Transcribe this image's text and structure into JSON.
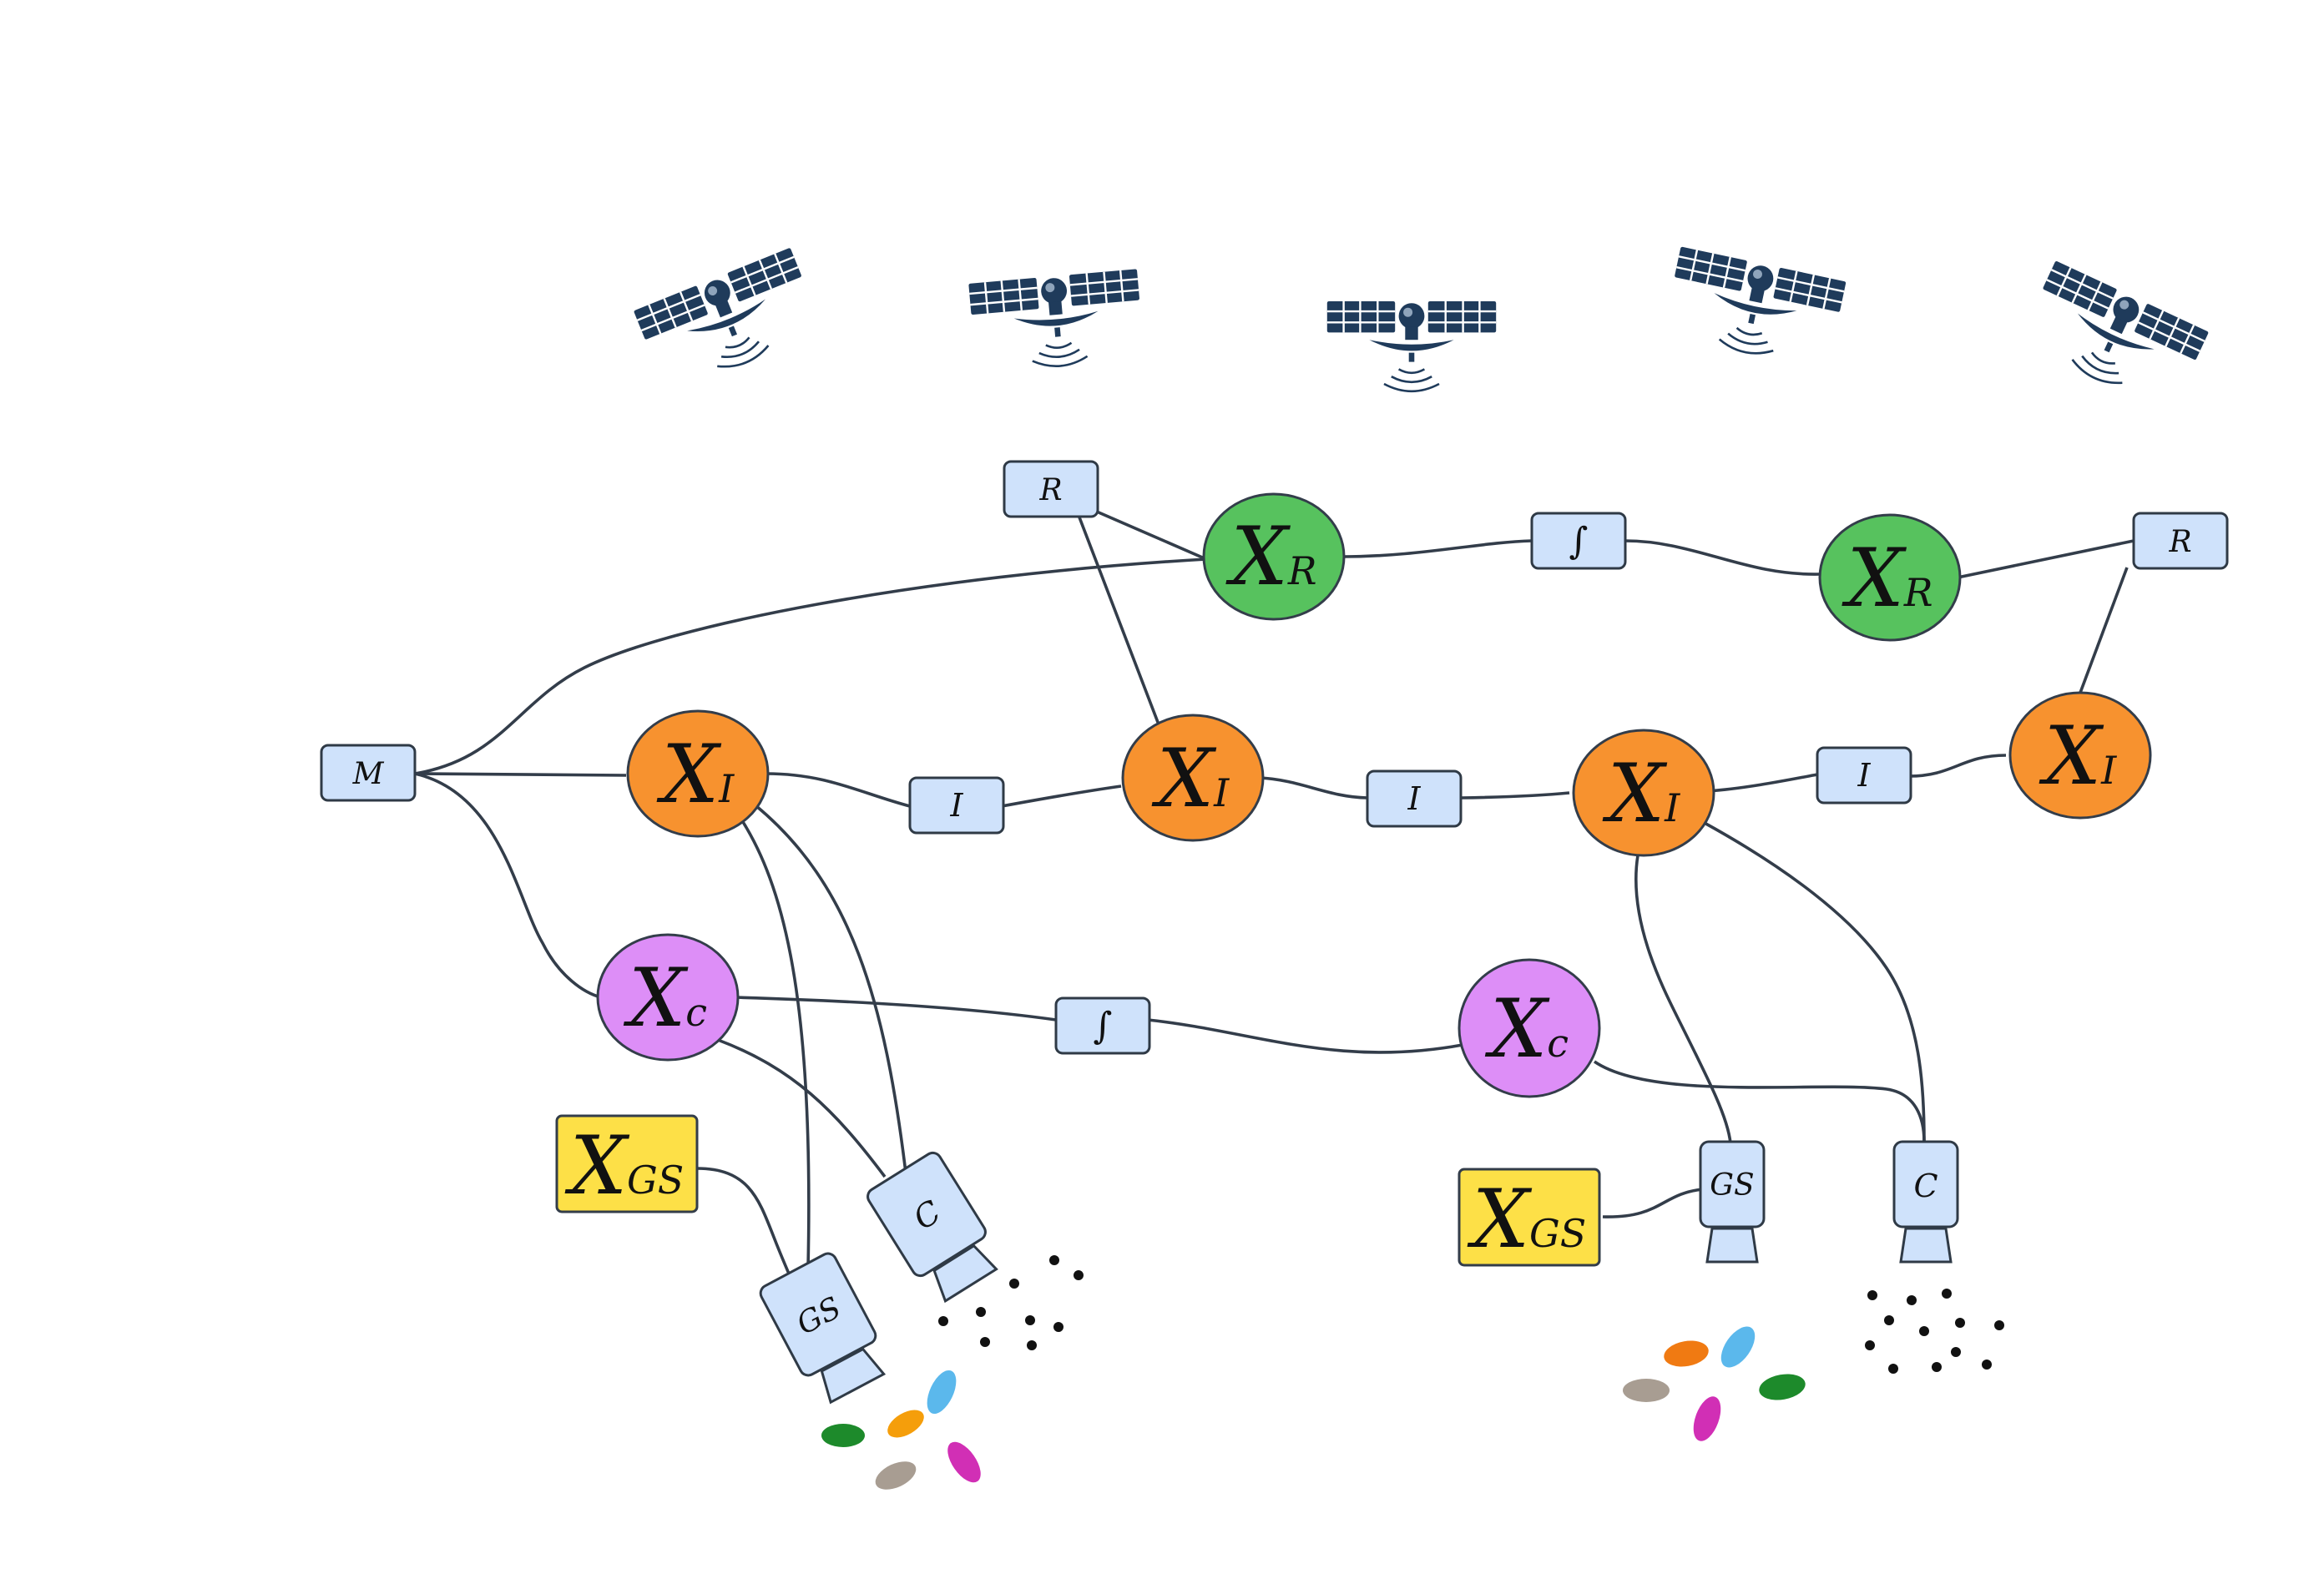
{
  "colors": {
    "background": "#ffffff",
    "factor_fill": "#cfe2fb",
    "edge": "#333d4a",
    "XR": "#57c25e",
    "XI": "#f7922f",
    "Xc": "#dd8ef7",
    "XGS": "#fde047",
    "satellite": "#1f3b5b"
  },
  "icons": {
    "satellite": "satellite-icon",
    "camera": "camera-icon",
    "landmarks": "landmark-dots-icon",
    "stars": "star-blobs-icon"
  },
  "nodes": {
    "XR_1": {
      "main": "X",
      "sub": "R"
    },
    "XR_2": {
      "main": "X",
      "sub": "R"
    },
    "XI_1": {
      "main": "X",
      "sub": "I"
    },
    "XI_2": {
      "main": "X",
      "sub": "I"
    },
    "XI_3": {
      "main": "X",
      "sub": "I"
    },
    "XI_4": {
      "main": "X",
      "sub": "I"
    },
    "Xc_1": {
      "main": "X",
      "sub": "c"
    },
    "Xc_2": {
      "main": "X",
      "sub": "c"
    },
    "XGS_1": {
      "main": "X",
      "sub": "GS"
    },
    "XGS_2": {
      "main": "X",
      "sub": "GS"
    }
  },
  "factors": {
    "M": "M",
    "R_1": "R",
    "R_2": "R",
    "int_1": "∫",
    "int_2": "∫",
    "I_1": "I",
    "I_2": "I",
    "I_3": "I",
    "cam_C_1": "C",
    "cam_GS_1": "GS",
    "cam_C_2": "C",
    "cam_GS_2": "GS"
  }
}
